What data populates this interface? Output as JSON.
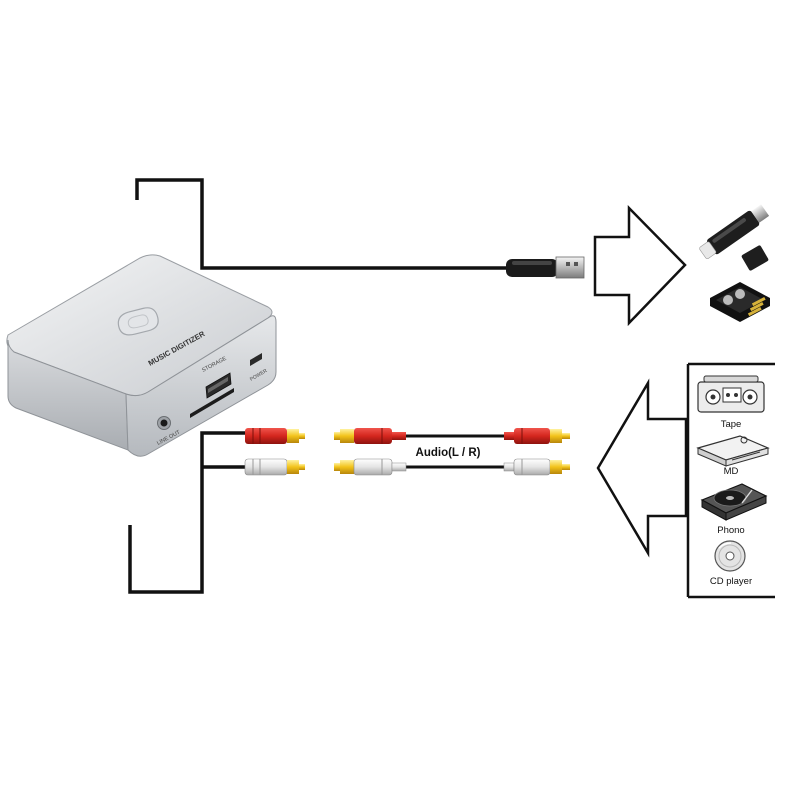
{
  "device": {
    "brand_label": "MUSIC DIGITIZER",
    "storage_label": "STORAGE",
    "power_label": "POWER",
    "line_out_label": "LINE OUT"
  },
  "cable": {
    "audio_label": "Audio(L / R)"
  },
  "sources": [
    {
      "label": "Tape",
      "icon": "cassette-deck-icon"
    },
    {
      "label": "MD",
      "icon": "md-player-icon"
    },
    {
      "label": "Phono",
      "icon": "turntable-icon"
    },
    {
      "label": "CD player",
      "icon": "cd-disc-icon"
    }
  ],
  "storage_targets": [
    {
      "icon": "usb-flash-drive-icon"
    },
    {
      "icon": "sd-card-icon"
    }
  ],
  "colors": {
    "plug_red": "#d4261e",
    "plug_white": "#e9e9e9",
    "pin_gold": "#f2c31a",
    "device_silver": "#d7d9dc",
    "line": "#111111"
  }
}
